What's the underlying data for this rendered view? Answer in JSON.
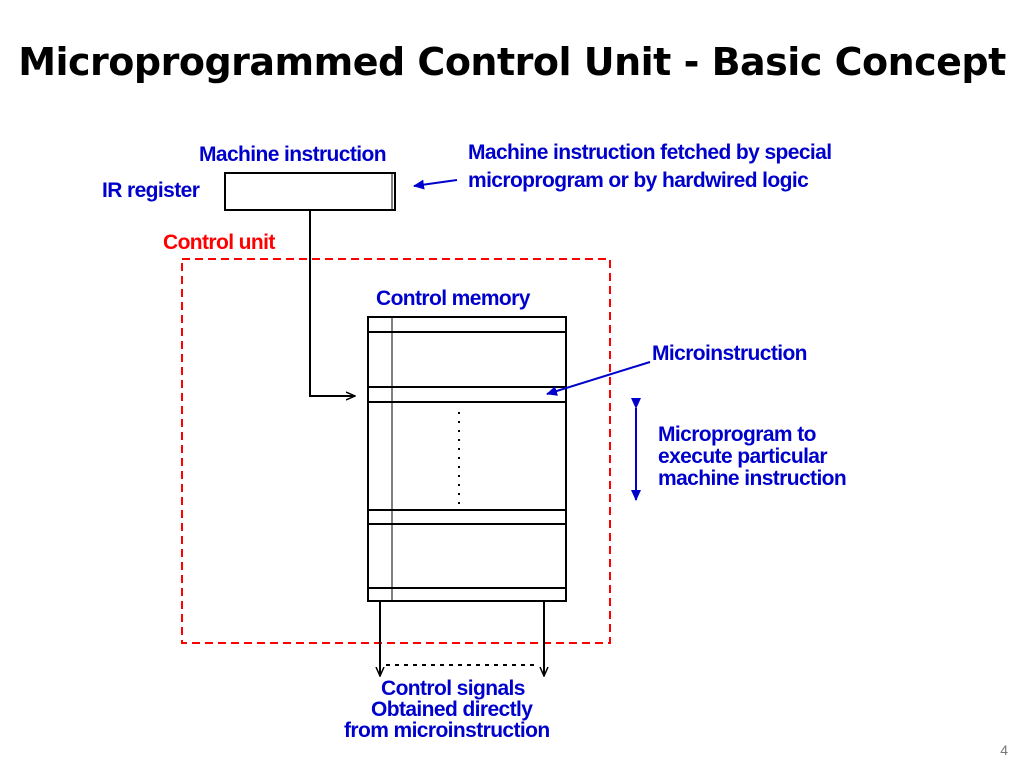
{
  "slide": {
    "title": "Microprogrammed Control Unit - Basic Concept",
    "page_number": "4"
  },
  "labels": {
    "machine_instruction": "Machine instruction",
    "ir_register": "IR register",
    "fetch_note_line1": "Machine instruction fetched by special",
    "fetch_note_line2": "microprogram or by hardwired logic",
    "control_unit": "Control unit",
    "control_memory": "Control memory",
    "microinstruction": "Microinstruction",
    "microprogram_note": "Microprogram to\nexecute particular\nmachine instruction",
    "control_signals_line1": "Control signals",
    "control_signals_line2": "Obtained directly",
    "control_signals_line3": "from microinstruction"
  },
  "colors": {
    "label_blue": "#0000cc",
    "control_unit_red": "#ff0000",
    "lines": "#000000"
  }
}
